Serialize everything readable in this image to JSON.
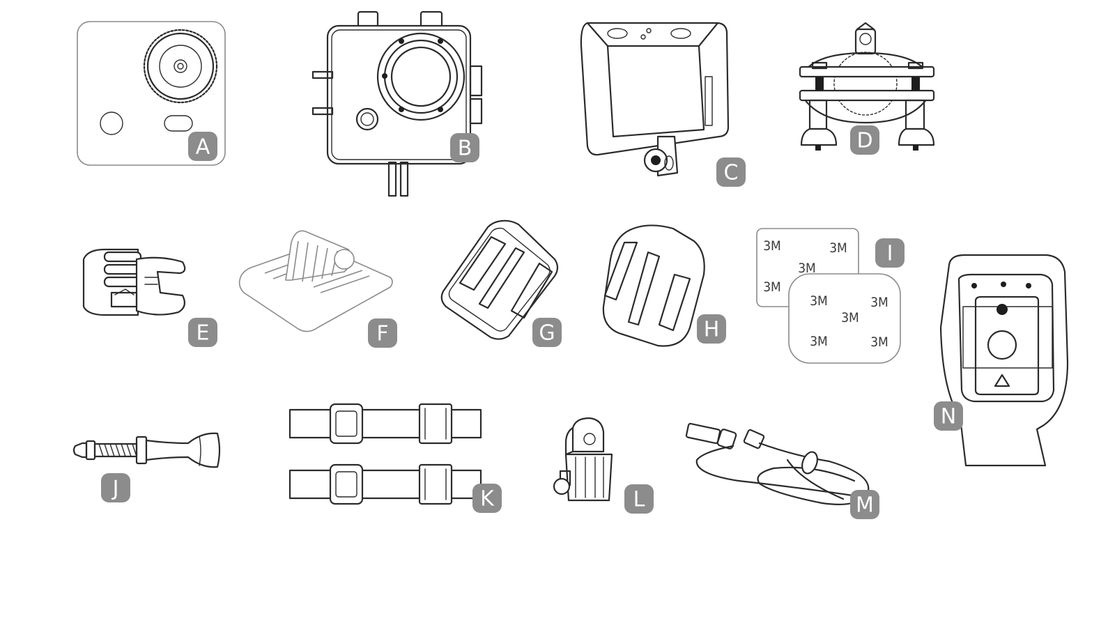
{
  "items": [
    {
      "key": "A",
      "label": "A",
      "icon": "action-camera-icon"
    },
    {
      "key": "B",
      "label": "B",
      "icon": "waterproof-housing-icon"
    },
    {
      "key": "C",
      "label": "C",
      "icon": "camera-frame-icon"
    },
    {
      "key": "D",
      "label": "D",
      "icon": "handlebar-mount-icon"
    },
    {
      "key": "E",
      "label": "E",
      "icon": "quick-release-buckle-icon"
    },
    {
      "key": "F",
      "label": "F",
      "icon": "surf-mount-icon"
    },
    {
      "key": "G",
      "label": "G",
      "icon": "curved-adhesive-mount-icon"
    },
    {
      "key": "H",
      "label": "H",
      "icon": "flat-adhesive-mount-icon"
    },
    {
      "key": "I",
      "label": "I",
      "icon": "adhesive-pads-icon"
    },
    {
      "key": "J",
      "label": "J",
      "icon": "thumb-screw-icon"
    },
    {
      "key": "K",
      "label": "K",
      "icon": "velcro-straps-icon"
    },
    {
      "key": "L",
      "label": "L",
      "icon": "tripod-adapter-icon"
    },
    {
      "key": "M",
      "label": "M",
      "icon": "usb-cable-icon"
    },
    {
      "key": "N",
      "label": "N",
      "icon": "wrist-remote-icon"
    }
  ],
  "sticker_text": "3M",
  "colors": {
    "badge": "#8c8c8c",
    "line": "#2b2b2b",
    "background": "#ffffff"
  }
}
